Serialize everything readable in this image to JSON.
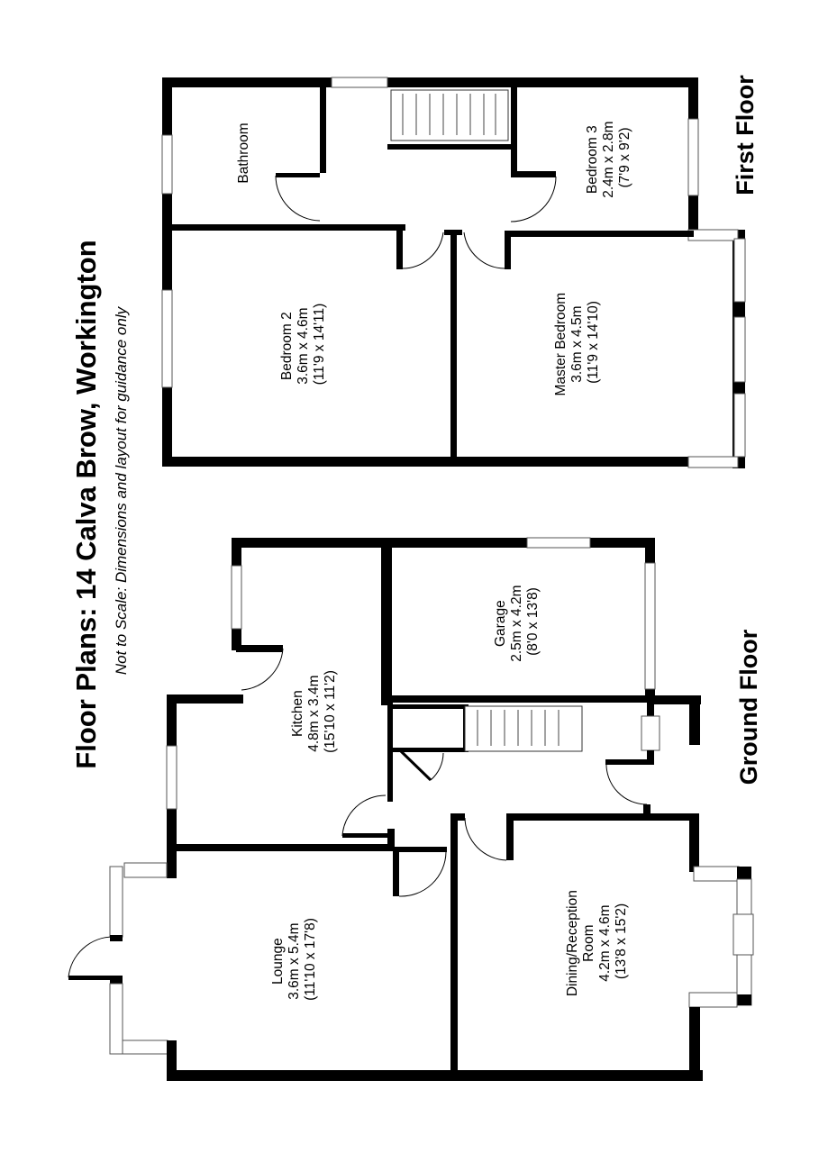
{
  "document": {
    "title": "Floor Plans: 14 Calva Brow, Workington",
    "disclaimer": "Not to Scale: Dimensions and layout for guidance only"
  },
  "floors": {
    "first": {
      "name": "First Floor",
      "rooms": {
        "bathroom": {
          "name": "Bathroom"
        },
        "bedroom2": {
          "name": "Bedroom 2",
          "metric": "3.6m x 4.6m",
          "imperial": "(11'9 x 14'11)"
        },
        "bedroom3": {
          "name": "Bedroom 3",
          "metric": "2.4m x 2.8m",
          "imperial": "(7'9 x 9'2)"
        },
        "master": {
          "name": "Master Bedroom",
          "metric": "3.6m x 4.5m",
          "imperial": "(11'9 x 14'10)"
        }
      }
    },
    "ground": {
      "name": "Ground Floor",
      "rooms": {
        "kitchen": {
          "name": "Kitchen",
          "metric": "4.8m x 3.4m",
          "imperial": "(15'10 x 11'2)"
        },
        "garage": {
          "name": "Garage",
          "metric": "2.5m x 4.2m",
          "imperial": "(8'0 x 13'8)"
        },
        "lounge": {
          "name": "Lounge",
          "metric": "3.6m x 5.4m",
          "imperial": "(11'10 x 17'8)"
        },
        "dining": {
          "name_line1": "Dining/Reception",
          "name_line2": "Room",
          "metric": "4.2m x 4.6m",
          "imperial": "(13'8 x 15'2)"
        }
      }
    }
  }
}
